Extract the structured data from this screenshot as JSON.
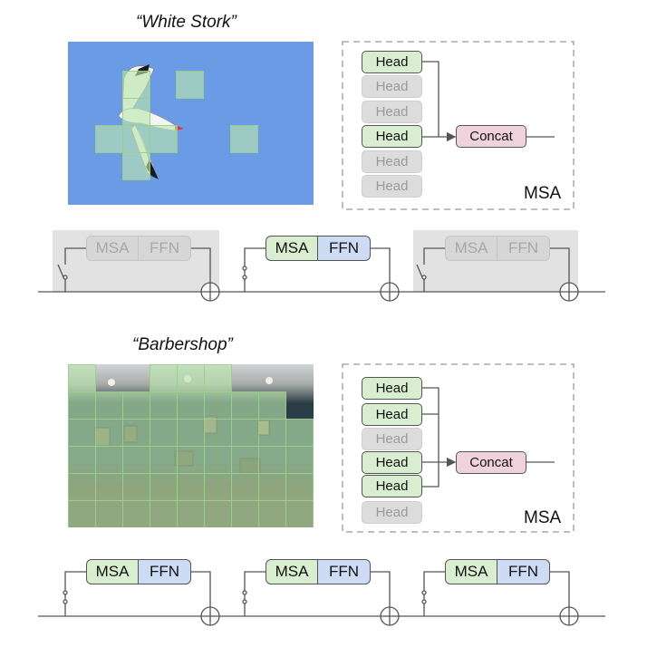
{
  "top": {
    "caption": "“White Stork”",
    "heads": [
      {
        "label": "Head",
        "active": true
      },
      {
        "label": "Head",
        "active": false
      },
      {
        "label": "Head",
        "active": false
      },
      {
        "label": "Head",
        "active": true
      },
      {
        "label": "Head",
        "active": false
      },
      {
        "label": "Head",
        "active": false
      }
    ],
    "concat_label": "Concat",
    "msa_label": "MSA",
    "layers": [
      {
        "active": false,
        "msa": "MSA",
        "ffn": "FFN"
      },
      {
        "active": true,
        "msa": "MSA",
        "ffn": "FFN"
      },
      {
        "active": false,
        "msa": "MSA",
        "ffn": "FFN"
      }
    ]
  },
  "bottom": {
    "caption": "“Barbershop”",
    "heads": [
      {
        "label": "Head",
        "active": true
      },
      {
        "label": "Head",
        "active": true
      },
      {
        "label": "Head",
        "active": false
      },
      {
        "label": "Head",
        "active": true
      },
      {
        "label": "Head",
        "active": true
      },
      {
        "label": "Head",
        "active": false
      }
    ],
    "concat_label": "Concat",
    "msa_label": "MSA",
    "layers": [
      {
        "active": true,
        "msa": "MSA",
        "ffn": "FFN"
      },
      {
        "active": true,
        "msa": "MSA",
        "ffn": "FFN"
      },
      {
        "active": true,
        "msa": "MSA",
        "ffn": "FFN"
      }
    ]
  },
  "colors": {
    "head_active": "#d9eed0",
    "head_inactive": "#dcdcdc",
    "concat": "#f0d2dc",
    "msa": "#d9eed0",
    "ffn": "#cddcf4",
    "patch": "#bce8af"
  }
}
